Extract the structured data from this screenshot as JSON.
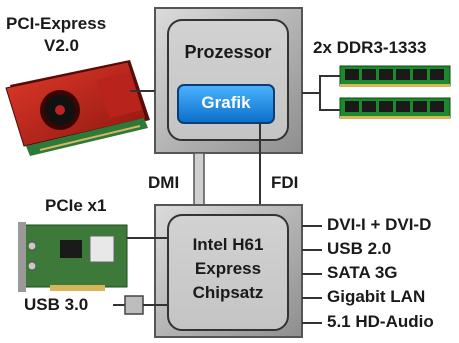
{
  "pcie_gpu": {
    "line1": "PCI-Express",
    "line2": "V2.0"
  },
  "cpu": {
    "title": "Prozessor",
    "gpu": "Grafik"
  },
  "ram": {
    "label": "2x DDR3-1333"
  },
  "links": {
    "dmi": "DMI",
    "fdi": "FDI"
  },
  "pcie_x1": {
    "label": "PCIe x1"
  },
  "chipset": {
    "line1": "Intel H61",
    "line2": "Express",
    "line3": "Chipsatz"
  },
  "usb3": {
    "label": "USB 3.0"
  },
  "outputs": [
    {
      "label": "DVI-I + DVI-D"
    },
    {
      "label": "USB 2.0"
    },
    {
      "label": "SATA 3G"
    },
    {
      "label": "Gigabit LAN"
    },
    {
      "label": "5.1 HD-Audio"
    }
  ]
}
